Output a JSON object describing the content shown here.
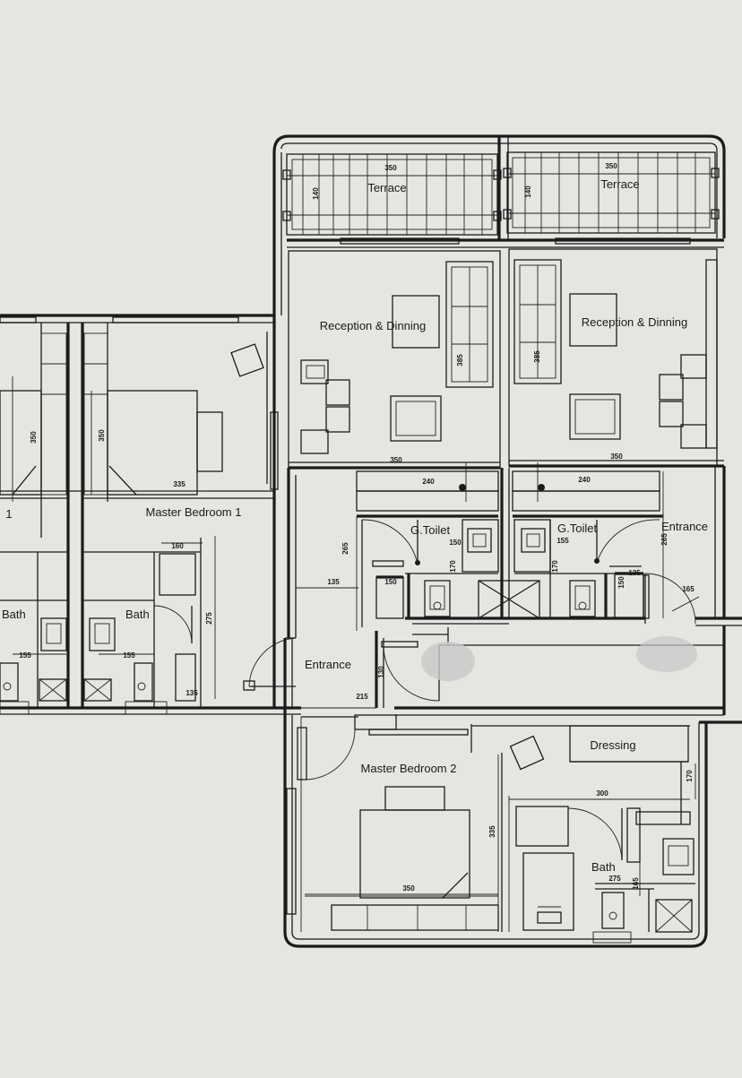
{
  "rooms": {
    "terrace_left": "Terrace",
    "terrace_right": "Terrace",
    "reception_left": "Reception & Dinning",
    "reception_right": "Reception & Dinning",
    "master_bedroom_1": "Master Bedroom 1",
    "master_bedroom_2": "Master Bedroom 2",
    "g_toilet_left": "G.Toilet",
    "g_toilet_right": "G.Toilet",
    "entrance_center": "Entrance",
    "entrance_right": "Entrance",
    "bath_far_left": "Bath",
    "bath_left": "Bath",
    "bath_bottom": "Bath",
    "dressing": "Dressing",
    "cut_room_number": "1"
  },
  "dimensions": {
    "terrace_left_w": "350",
    "terrace_left_h": "140",
    "terrace_right_w": "350",
    "terrace_right_h": "140",
    "reception_left_w": "350",
    "reception_left_h": "385",
    "reception_right_w": "350",
    "reception_right_h": "385",
    "kitchen_left": "240",
    "kitchen_right": "240",
    "bedroom1_w": "335",
    "bedroom1_left_h": "350",
    "bedroom1_h": "350",
    "bath1_w": "160",
    "bath1_h": "275",
    "bath_far_left_155": "155",
    "bath_left_155": "155",
    "bath1_small": "135",
    "toilet_left_h": "265",
    "toilet_left_150": "150",
    "toilet_left_170": "170",
    "toilet_left_w": "135",
    "toilet_left_small": "150",
    "toilet_right_155": "155",
    "toilet_right_170": "170",
    "entrance_right_h": "265",
    "entrance_right_150": "150",
    "entrance_right_135": "135",
    "entrance_right_small": "165",
    "entrance_center_w": "215",
    "entrance_center_h": "130",
    "bedroom2_w": "350",
    "bedroom2_h": "335",
    "bedroom2_bath_w": "300",
    "bedroom2_bath_275": "275",
    "bedroom2_bath_165": "165",
    "dressing_h": "170"
  }
}
